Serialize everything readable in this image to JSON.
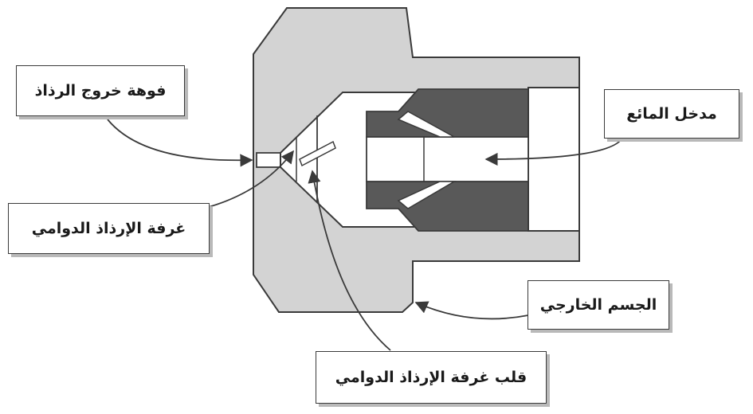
{
  "labels": {
    "nozzle_exit_orifice": "فوهة خروج الرذاذ",
    "swirl_chamber": "غرفة الإرذاذ الدوامي",
    "liquid_inlet": "مدخل المائع",
    "outer_body": "الجسم الخارجي",
    "swirl_chamber_core": "قلب غرفة الإرذاذ الدوامي"
  },
  "colors": {
    "body_fill": "#d3d3d3",
    "core_fill": "#595959",
    "outline": "#3a3a3a",
    "cavity_fill": "#ffffff"
  }
}
